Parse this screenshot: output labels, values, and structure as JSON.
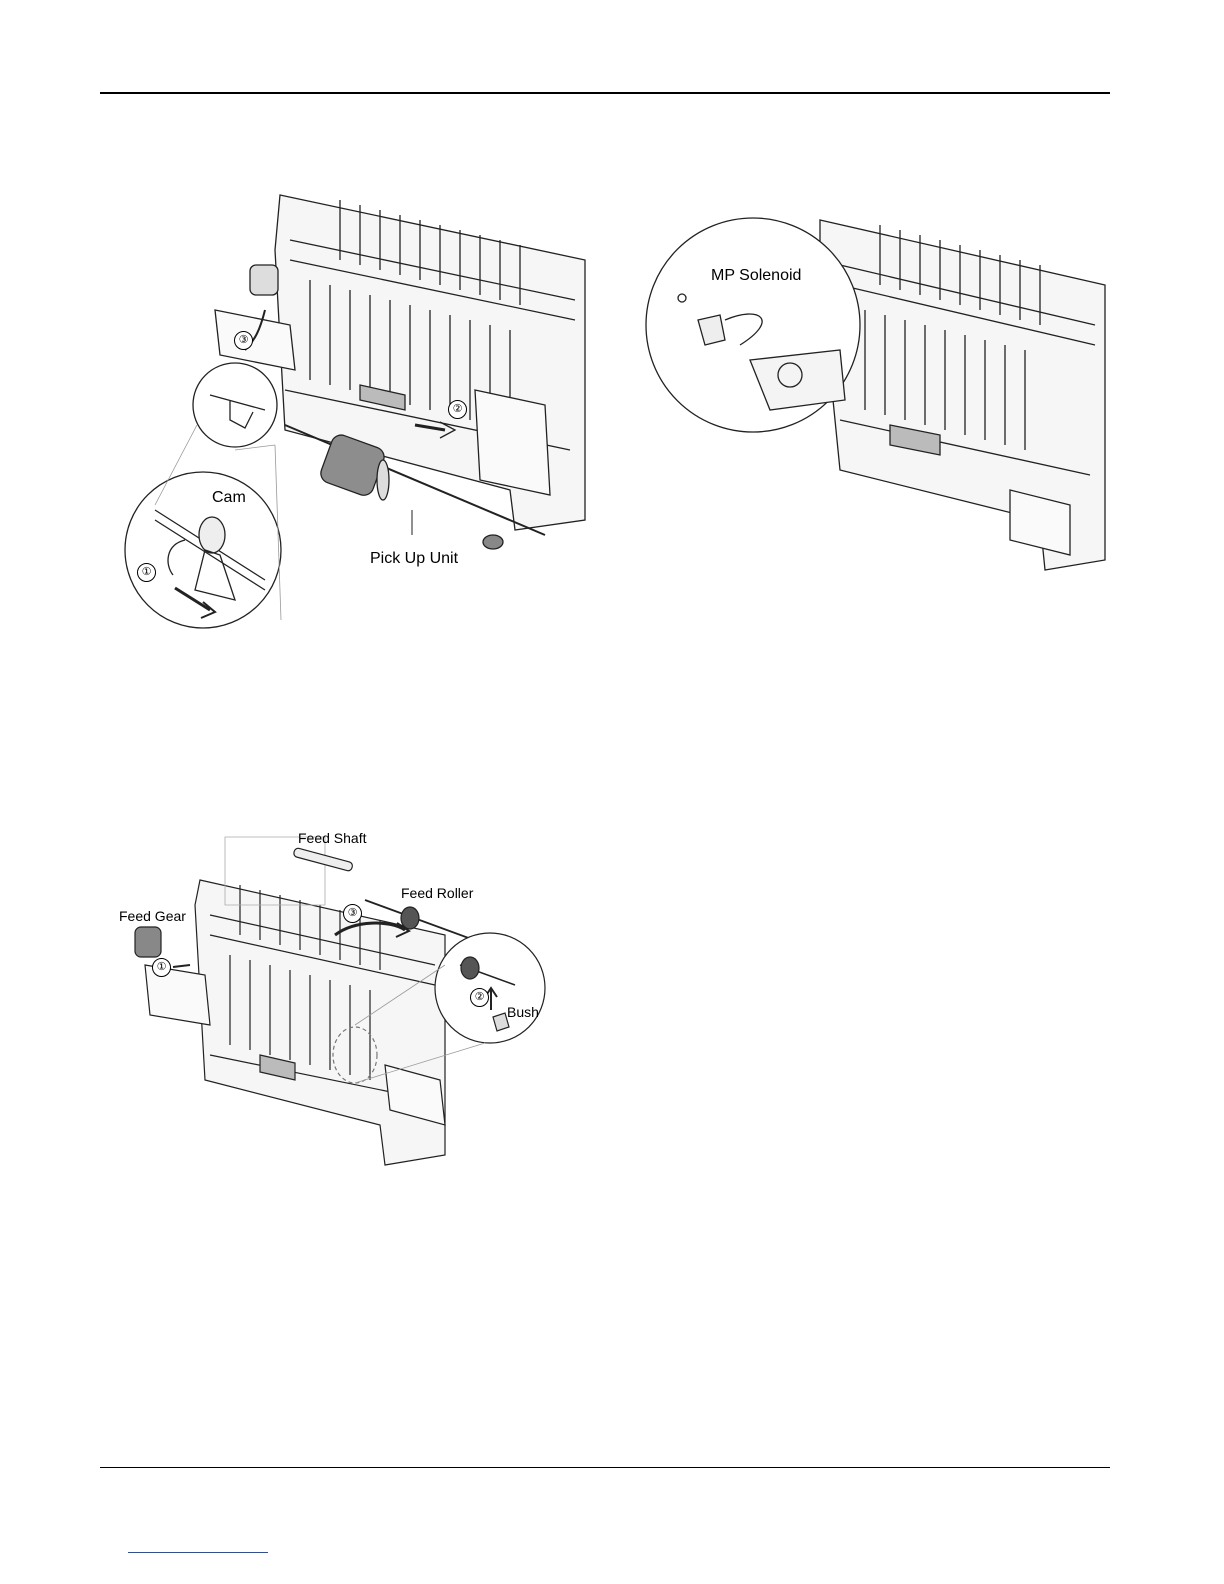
{
  "figures": {
    "pickup": {
      "cam_label": "Cam",
      "pickup_label": "Pick Up Unit",
      "steps": [
        "①",
        "②",
        "③"
      ]
    },
    "solenoid": {
      "solenoid_label": "MP Solenoid"
    },
    "feed": {
      "feed_shaft_label": "Feed Shaft",
      "feed_roller_label": "Feed Roller",
      "feed_gear_label": "Feed Gear",
      "bush_label": "Bush",
      "steps": [
        "①",
        "②",
        "③"
      ]
    }
  }
}
